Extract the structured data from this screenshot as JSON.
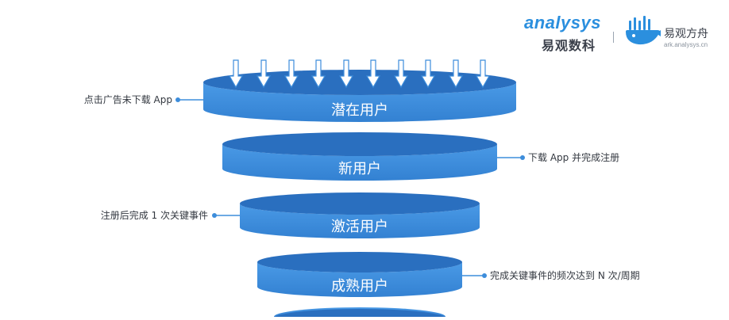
{
  "brand": {
    "analysys_word": "analysys",
    "analysys_cn": "易观数科",
    "ark_cn": "易观方舟",
    "ark_url": "ark.analysys.cn"
  },
  "funnel": {
    "stages": [
      {
        "label": "潜在用户",
        "annotation": "点击广告未下载 App"
      },
      {
        "label": "新用户",
        "annotation": "下载 App 并完成注册"
      },
      {
        "label": "激活用户",
        "annotation": "注册后完成 1 次关键事件"
      },
      {
        "label": "成熟用户",
        "annotation": "完成关键事件的频次达到 N 次/周期"
      },
      {
        "label": "",
        "annotation": ""
      }
    ]
  },
  "colors": {
    "disk_body": "#3d8ddb",
    "disk_top": "#2a6fbf",
    "connector": "#3d8ddb",
    "arrow": "#ffffff"
  }
}
